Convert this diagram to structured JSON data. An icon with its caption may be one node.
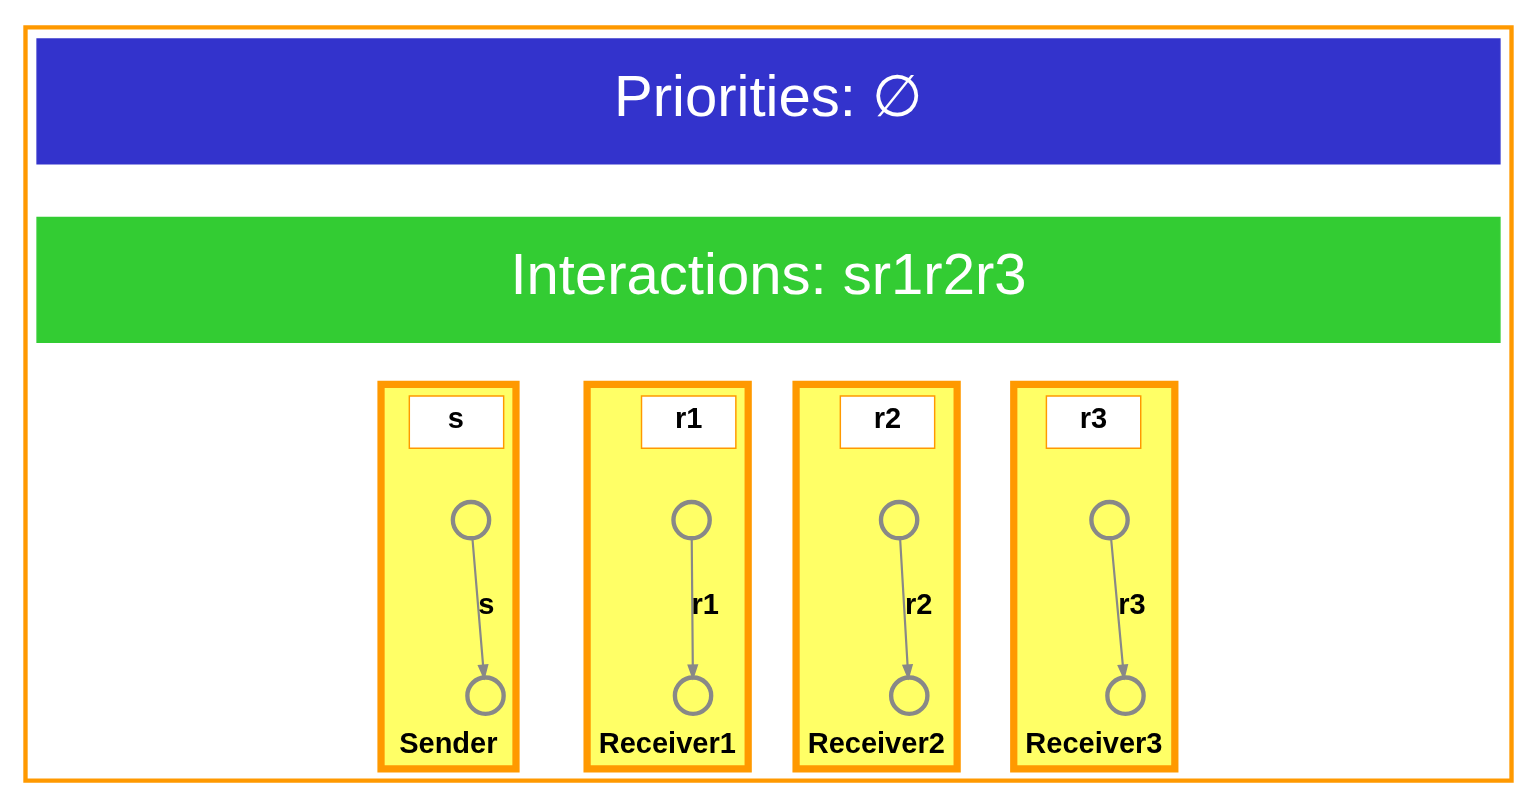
{
  "diagram": {
    "nodes": [
      {
        "text": [],
        "shape": "box"
      },
      {
        "text": [
          "Priorities: ∅"
        ],
        "in": 0
      },
      {
        "text": [
          "Interactions: sr1r2r3"
        ],
        "in": 0
      },
      {
        "text": [
          "Sender"
        ],
        "in": 0
      },
      {
        "text": [
          "s"
        ],
        "in": 3
      },
      {
        "text": [],
        "shape": "circle",
        "in": 3
      },
      {
        "text": [],
        "shape": "circle",
        "in": 3
      },
      {
        "text": [
          "Receiver1"
        ],
        "in": 0
      },
      {
        "text": [
          "r1"
        ],
        "in": 7
      },
      {
        "text": [],
        "shape": "circle",
        "in": 7
      },
      {
        "text": [],
        "shape": "circle",
        "in": 7
      },
      {
        "text": [
          "Receiver2"
        ],
        "in": 0
      },
      {
        "text": [
          "r2"
        ],
        "in": 11
      },
      {
        "text": [],
        "shape": "circle",
        "in": 11
      },
      {
        "text": [],
        "shape": "circle",
        "in": 11
      },
      {
        "text": [
          "Receiver3"
        ],
        "in": 0
      },
      {
        "text": [
          "r3"
        ],
        "in": 15
      },
      {
        "text": [],
        "shape": "circle",
        "in": 15
      },
      {
        "text": [],
        "shape": "circle",
        "in": 15
      }
    ],
    "edges": [
      {
        "from": 5,
        "to": 6,
        "arrow": "to",
        "label": "s"
      },
      {
        "from": 9,
        "to": 10,
        "arrow": "to",
        "label": "r1"
      },
      {
        "from": 13,
        "to": 14,
        "arrow": "to",
        "label": "r2"
      },
      {
        "from": 17,
        "to": 18,
        "arrow": "to",
        "label": "r3"
      }
    ]
  }
}
